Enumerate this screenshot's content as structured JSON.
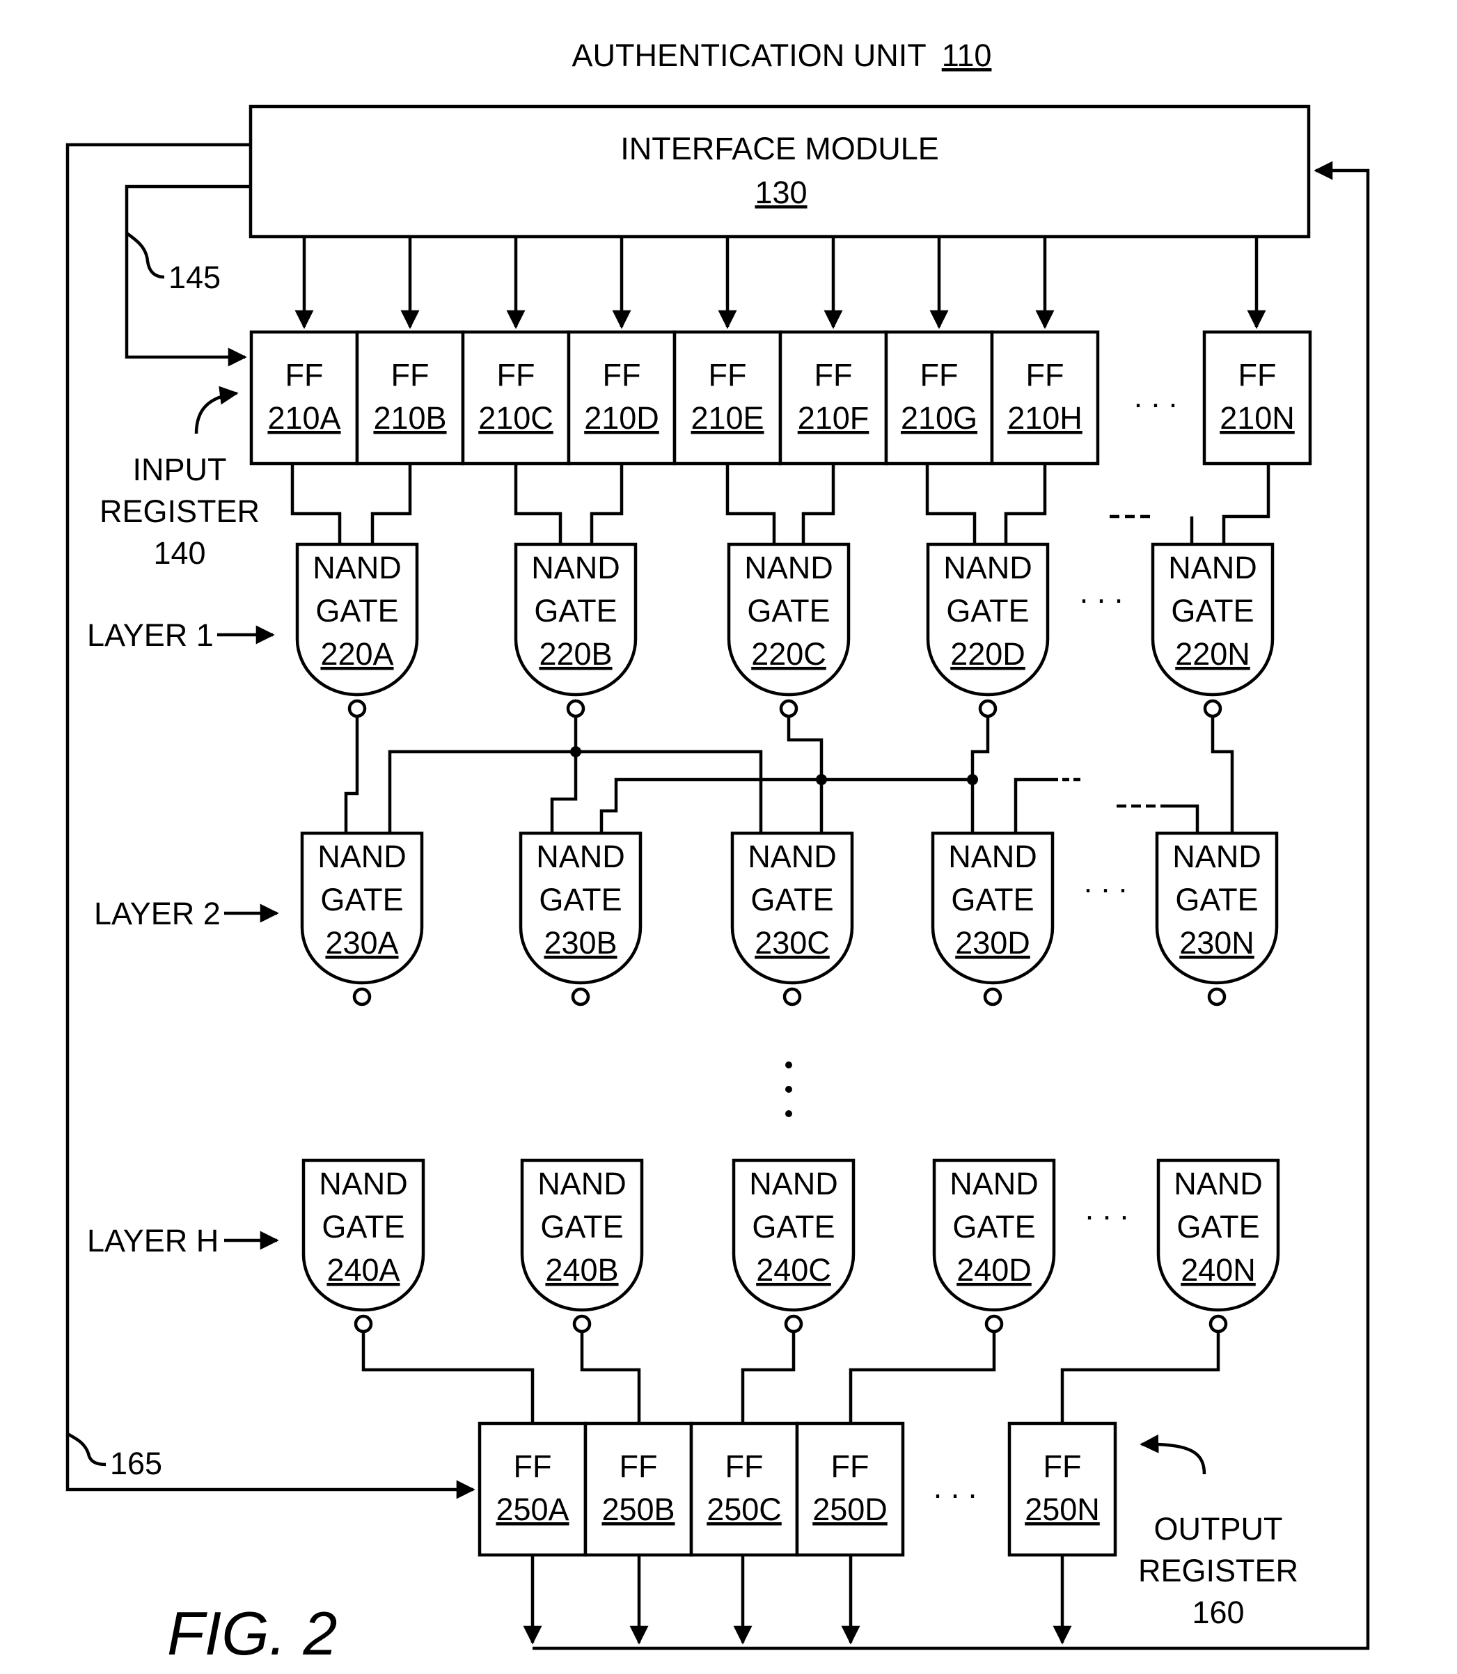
{
  "title": {
    "text": "AUTHENTICATION UNIT",
    "ref": "110"
  },
  "interface_module": {
    "label": "INTERFACE MODULE",
    "ref": "130"
  },
  "figure_label": "FIG. 2",
  "refs": {
    "path_in": "145",
    "path_out": "165"
  },
  "input_register": {
    "label": [
      "INPUT",
      "REGISTER",
      "140"
    ],
    "cells": [
      {
        "label": "FF",
        "ref": "210A"
      },
      {
        "label": "FF",
        "ref": "210B"
      },
      {
        "label": "FF",
        "ref": "210C"
      },
      {
        "label": "FF",
        "ref": "210D"
      },
      {
        "label": "FF",
        "ref": "210E"
      },
      {
        "label": "FF",
        "ref": "210F"
      },
      {
        "label": "FF",
        "ref": "210G"
      },
      {
        "label": "FF",
        "ref": "210H"
      },
      {
        "label": "FF",
        "ref": "210N"
      }
    ],
    "ellipsis": ". . ."
  },
  "layers": [
    {
      "label": "LAYER 1",
      "gates": [
        {
          "l1": "NAND",
          "l2": "GATE",
          "ref": "220A"
        },
        {
          "l1": "NAND",
          "l2": "GATE",
          "ref": "220B"
        },
        {
          "l1": "NAND",
          "l2": "GATE",
          "ref": "220C"
        },
        {
          "l1": "NAND",
          "l2": "GATE",
          "ref": "220D"
        },
        {
          "l1": "NAND",
          "l2": "GATE",
          "ref": "220N"
        }
      ]
    },
    {
      "label": "LAYER 2",
      "gates": [
        {
          "l1": "NAND",
          "l2": "GATE",
          "ref": "230A"
        },
        {
          "l1": "NAND",
          "l2": "GATE",
          "ref": "230B"
        },
        {
          "l1": "NAND",
          "l2": "GATE",
          "ref": "230C"
        },
        {
          "l1": "NAND",
          "l2": "GATE",
          "ref": "230D"
        },
        {
          "l1": "NAND",
          "l2": "GATE",
          "ref": "230N"
        }
      ]
    },
    {
      "label": "LAYER H",
      "gates": [
        {
          "l1": "NAND",
          "l2": "GATE",
          "ref": "240A"
        },
        {
          "l1": "NAND",
          "l2": "GATE",
          "ref": "240B"
        },
        {
          "l1": "NAND",
          "l2": "GATE",
          "ref": "240C"
        },
        {
          "l1": "NAND",
          "l2": "GATE",
          "ref": "240D"
        },
        {
          "l1": "NAND",
          "l2": "GATE",
          "ref": "240N"
        }
      ]
    }
  ],
  "output_register": {
    "label": [
      "OUTPUT",
      "REGISTER",
      "160"
    ],
    "cells": [
      {
        "label": "FF",
        "ref": "250A"
      },
      {
        "label": "FF",
        "ref": "250B"
      },
      {
        "label": "FF",
        "ref": "250C"
      },
      {
        "label": "FF",
        "ref": "250D"
      },
      {
        "label": "FF",
        "ref": "250N"
      }
    ],
    "ellipsis": ". . ."
  }
}
